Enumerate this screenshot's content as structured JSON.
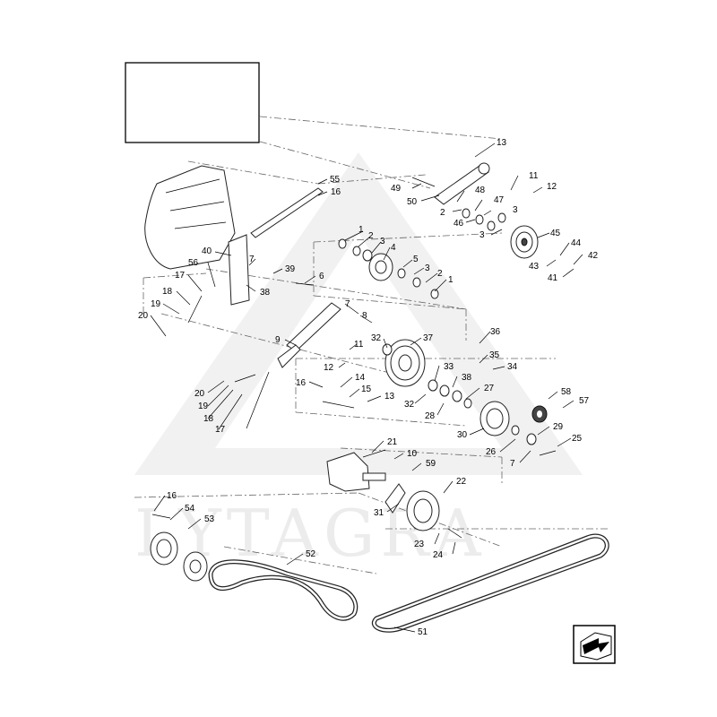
{
  "watermark": {
    "text": "LYTAGRA"
  },
  "icons": {
    "view_arrow": "view-direction-arrow-icon"
  },
  "callouts": [
    {
      "text": "13"
    },
    {
      "text": "11"
    },
    {
      "text": "12"
    },
    {
      "text": "49"
    },
    {
      "text": "50"
    },
    {
      "text": "48"
    },
    {
      "text": "2"
    },
    {
      "text": "47"
    },
    {
      "text": "46"
    },
    {
      "text": "3"
    },
    {
      "text": "3"
    },
    {
      "text": "45"
    },
    {
      "text": "44"
    },
    {
      "text": "43"
    },
    {
      "text": "42"
    },
    {
      "text": "41"
    },
    {
      "text": "55"
    },
    {
      "text": "16"
    },
    {
      "text": "1"
    },
    {
      "text": "2"
    },
    {
      "text": "3"
    },
    {
      "text": "4"
    },
    {
      "text": "40"
    },
    {
      "text": "7"
    },
    {
      "text": "39"
    },
    {
      "text": "56"
    },
    {
      "text": "38"
    },
    {
      "text": "6"
    },
    {
      "text": "5"
    },
    {
      "text": "3"
    },
    {
      "text": "2"
    },
    {
      "text": "1"
    },
    {
      "text": "17"
    },
    {
      "text": "18"
    },
    {
      "text": "19"
    },
    {
      "text": "20"
    },
    {
      "text": "7"
    },
    {
      "text": "8"
    },
    {
      "text": "9"
    },
    {
      "text": "11"
    },
    {
      "text": "12"
    },
    {
      "text": "32"
    },
    {
      "text": "37"
    },
    {
      "text": "36"
    },
    {
      "text": "35"
    },
    {
      "text": "34"
    },
    {
      "text": "33"
    },
    {
      "text": "38"
    },
    {
      "text": "27"
    },
    {
      "text": "16"
    },
    {
      "text": "14"
    },
    {
      "text": "15"
    },
    {
      "text": "13"
    },
    {
      "text": "20"
    },
    {
      "text": "19"
    },
    {
      "text": "18"
    },
    {
      "text": "17"
    },
    {
      "text": "32"
    },
    {
      "text": "28"
    },
    {
      "text": "58"
    },
    {
      "text": "57"
    },
    {
      "text": "29"
    },
    {
      "text": "30"
    },
    {
      "text": "26"
    },
    {
      "text": "25"
    },
    {
      "text": "7"
    },
    {
      "text": "21"
    },
    {
      "text": "10"
    },
    {
      "text": "59"
    },
    {
      "text": "22"
    },
    {
      "text": "31"
    },
    {
      "text": "23"
    },
    {
      "text": "24"
    },
    {
      "text": "16"
    },
    {
      "text": "54"
    },
    {
      "text": "53"
    },
    {
      "text": "52"
    },
    {
      "text": "51"
    }
  ]
}
